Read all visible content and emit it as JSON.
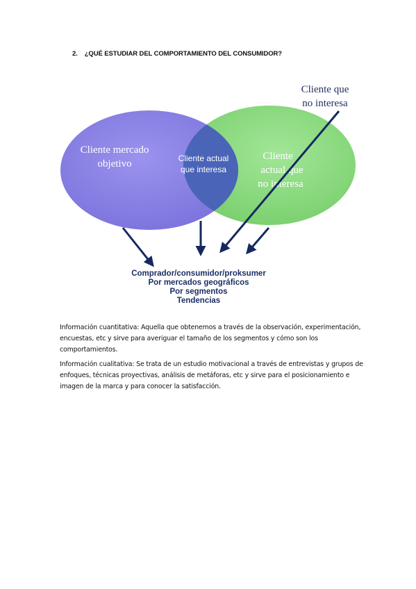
{
  "heading": {
    "number": "2.",
    "text": "¿QUÉ ESTUDIAR DEL COMPORTAMIENTO DEL CONSUMIDOR?"
  },
  "diagram": {
    "left_circle": {
      "line1": "Cliente  mercado",
      "line2": "objetivo",
      "color": "#8e86e6"
    },
    "right_circle": {
      "line1": "Cliente",
      "line2": "actual  que",
      "line3": "no interesa",
      "color": "#8fdc84"
    },
    "intersection": {
      "line1": "Cliente actual",
      "line2": "que interesa",
      "color": "#4a64b8"
    },
    "callout": {
      "line1": "Cliente que",
      "line2": "no interesa"
    },
    "result": {
      "line1": "Comprador/consumidor/proksumer",
      "line2": "Por mercados geográficos",
      "line3": "Por segmentos",
      "line4": "Tendencias"
    },
    "arrow_color": "#15295e"
  },
  "paragraphs": [
    "Información cuantitativa: Aquella que obtenemos a través de la observación, experimentación, encuestas, etc y sirve para averiguar el tamaño de los segmentos y cómo son los comportamientos.",
    "Información cualitativa: Se trata de un estudio motivacional a través de entrevistas y grupos de enfoques, técnicas proyectivas, análisis de metáforas, etc y sirve para el posicionamiento e imagen de la marca y para conocer la satisfacción."
  ]
}
